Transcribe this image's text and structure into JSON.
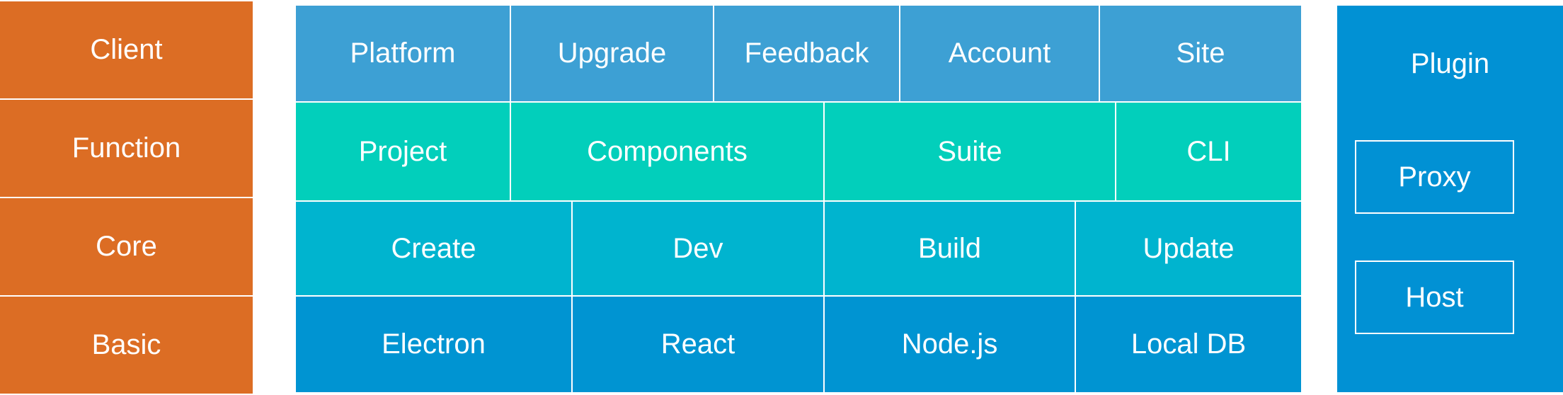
{
  "layers": [
    "Client",
    "Function",
    "Core",
    "Basic"
  ],
  "rows": {
    "client": [
      "Platform",
      "Upgrade",
      "Feedback",
      "Account",
      "Site"
    ],
    "function": [
      "Project",
      "Components",
      "Suite",
      "CLI"
    ],
    "core": [
      "Create",
      "Dev",
      "Build",
      "Update"
    ],
    "basic": [
      "Electron",
      "React",
      "Node.js",
      "Local DB"
    ]
  },
  "plugin": {
    "title": "Plugin",
    "items": [
      "Proxy",
      "Host"
    ]
  },
  "colors": {
    "layers": "#dc6d24",
    "client_row": "#3da0d4",
    "function_row": "#02cfbb",
    "core_row": "#00b4cf",
    "basic_row": "#0094d2",
    "plugin": "#0191d4"
  }
}
